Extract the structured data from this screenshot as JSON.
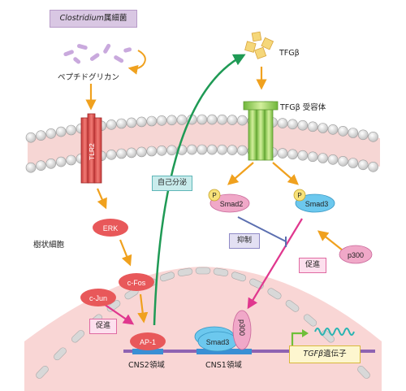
{
  "labels": {
    "clostridium_genus": "Clostridium",
    "clostridium_suffix": "属細菌",
    "peptidoglycan": "ペプチドグリカン",
    "tlr2": "TLR2",
    "tgfb": "TFGβ",
    "tgfb_receptor": "TFGβ 受容体",
    "autocrine": "自己分泌",
    "dendritic_cell": "樹状細胞",
    "erk": "ERK",
    "cfos": "c-Fos",
    "cjun": "c-Jun",
    "ap1": "AP-1",
    "promote_left": "促進",
    "promote_right": "促進",
    "inhibit": "抑制",
    "p_left": "P",
    "p_right": "P",
    "smad2": "Smad2",
    "smad3": "Smad3",
    "p300": "p300",
    "smad3_dna": "Smad3",
    "p300_dna": "p300",
    "cns2": "CNS2領域",
    "cns1": "CNS1領域",
    "tgfb_gene": "TGFβ",
    "tgfb_gene_suffix": "遺伝子"
  },
  "colors": {
    "membrane": "#f6d6d4",
    "lipid_head": "#d9d9d9",
    "nucleus": "#f9d6d5",
    "dna": "#8e63b2",
    "orange_arrow": "#f0a11e",
    "green_arrow": "#1f9a55",
    "magenta_arrow": "#e0378e",
    "inhibit_line": "#5b6fb0",
    "erk_fill": "#e8585a",
    "smad_blue": "#6cc8ee",
    "p300_fill": "#f0a8c8",
    "receptor_green": "#9fd16b",
    "tgfb_cube": "#f5d77a",
    "bacteria": "#c9a9dd",
    "gene_wave": "#2bb4b2"
  }
}
